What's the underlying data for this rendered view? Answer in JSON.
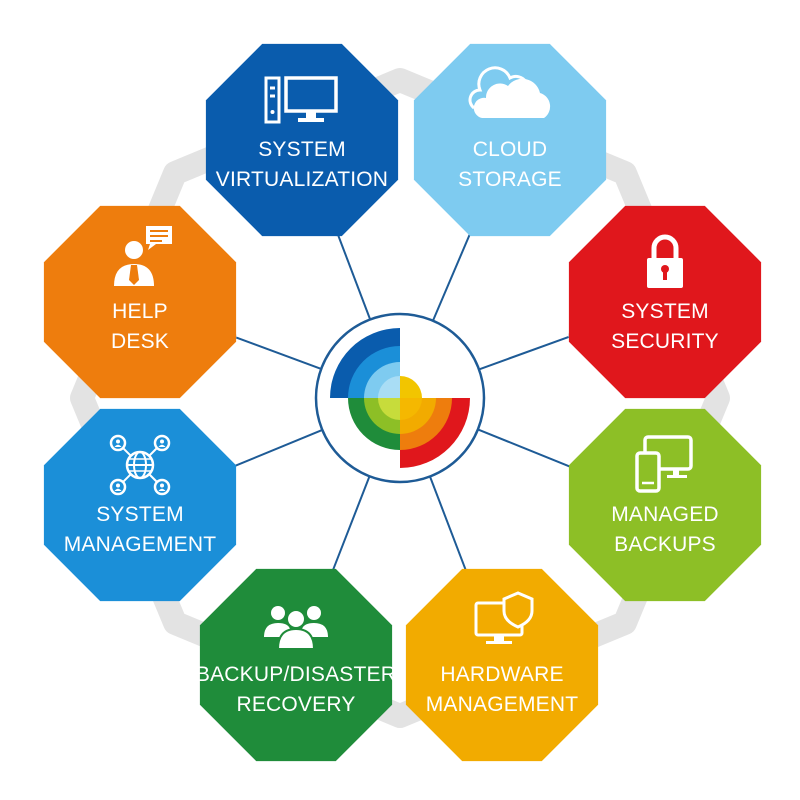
{
  "diagram": {
    "ring_color": "#e3e3e3",
    "connector_color": "#1e5b96",
    "hub": {
      "border_color": "#1e5b96",
      "name": "center-logo"
    },
    "nodes": [
      {
        "id": "system-virtualization",
        "lines": [
          "SYSTEM",
          "VIRTUALIZATION"
        ],
        "color": "#0a5cad",
        "icon": "desktop-computer-icon"
      },
      {
        "id": "cloud-storage",
        "lines": [
          "CLOUD",
          "STORAGE"
        ],
        "color": "#7ecbf0",
        "icon": "cloud-icon"
      },
      {
        "id": "system-security",
        "lines": [
          "SYSTEM",
          "SECURITY"
        ],
        "color": "#e0171c",
        "icon": "padlock-icon"
      },
      {
        "id": "managed-backups",
        "lines": [
          "MANAGED",
          "BACKUPS"
        ],
        "color": "#8dbf26",
        "icon": "devices-icon"
      },
      {
        "id": "hardware-management",
        "lines": [
          "HARDWARE",
          "MANAGEMENT"
        ],
        "color": "#f2ab00",
        "icon": "monitor-shield-icon"
      },
      {
        "id": "backup-disaster-recovery",
        "lines": [
          "BACKUP/DISASTER",
          "RECOVERY"
        ],
        "color": "#1f8c3a",
        "icon": "users-group-icon"
      },
      {
        "id": "system-management",
        "lines": [
          "SYSTEM",
          "MANAGEMENT"
        ],
        "color": "#1b8fd8",
        "icon": "network-globe-icon"
      },
      {
        "id": "help-desk",
        "lines": [
          "HELP",
          "DESK"
        ],
        "color": "#ee7d0d",
        "icon": "support-agent-icon"
      }
    ]
  }
}
